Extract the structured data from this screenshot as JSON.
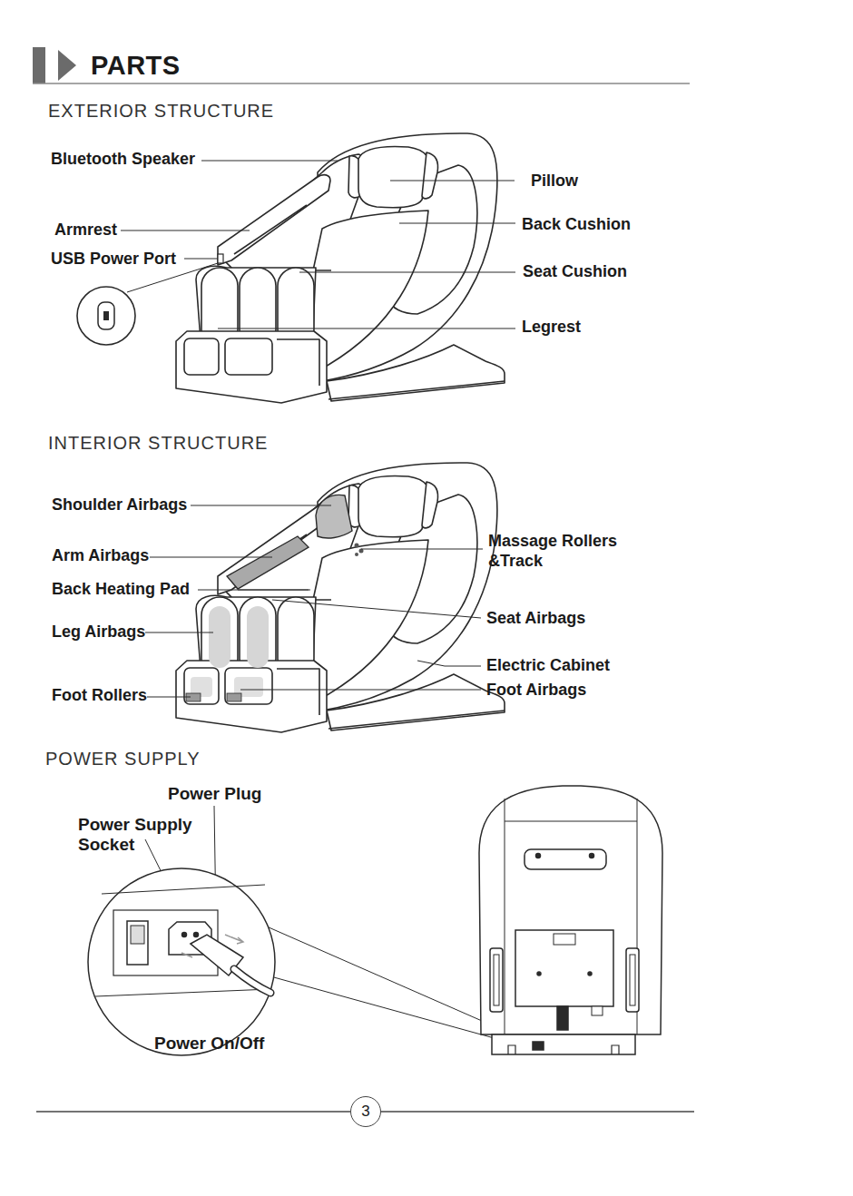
{
  "diagram": {
    "title": "PARTS",
    "nodes": [
      {
        "text": [
          "3"
        ]
      }
    ],
    "labels": [
      "EXTERIOR STRUCTURE",
      "Bluetooth Speaker",
      "Pillow",
      "Back Cushion",
      "Armrest",
      "USB Power Port",
      "Seat Cushion",
      "Legrest",
      "INTERIOR STRUCTURE",
      "Shoulder Airbags",
      "Massage Rollers &Track",
      "Arm Airbags",
      "Back Heating Pad",
      "Seat Airbags",
      "Leg Airbags",
      "Electric Cabinet",
      "Foot Airbags",
      "Foot Rollers",
      "POWER SUPPLY",
      "Power Plug",
      "Power Supply Socket",
      "Power On/Off"
    ]
  }
}
